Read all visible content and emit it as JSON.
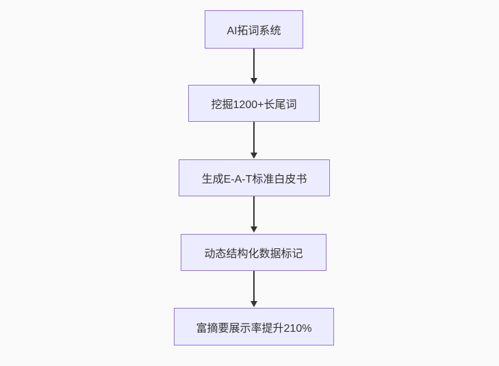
{
  "diagram": {
    "type": "flowchart",
    "direction": "top-down",
    "nodes": [
      {
        "id": "node-0",
        "label": "AI拓词系统"
      },
      {
        "id": "node-1",
        "label": "挖掘1200+长尾词"
      },
      {
        "id": "node-2",
        "label": "生成E-A-T标准白皮书"
      },
      {
        "id": "node-3",
        "label": "动态结构化数据标记"
      },
      {
        "id": "node-4",
        "label": "富摘要展示率提升210%"
      }
    ],
    "edges": [
      {
        "from": "AI拓词系统",
        "to": "挖掘1200+长尾词",
        "style": "arrow-down"
      },
      {
        "from": "挖掘1200+长尾词",
        "to": "生成E-A-T标准白皮书",
        "style": "arrow-down"
      },
      {
        "from": "生成E-A-T标准白皮书",
        "to": "动态结构化数据标记",
        "style": "arrow-down"
      },
      {
        "from": "动态结构化数据标记",
        "to": "富摘要展示率提升210%",
        "style": "arrow-down"
      }
    ],
    "colors": {
      "node_fill": "#ececff",
      "node_border": "#9370db",
      "edge": "#333333",
      "text": "#333333",
      "background": "#fafafa"
    }
  }
}
